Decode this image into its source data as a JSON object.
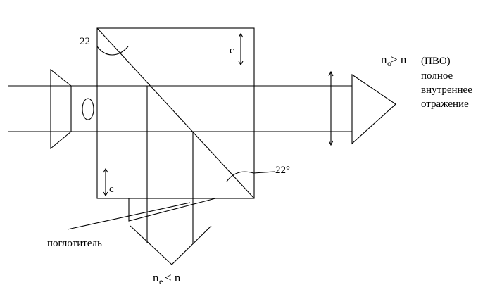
{
  "labels": {
    "angle_top": "22",
    "angle_bottom": "22°",
    "axis_top": "c",
    "axis_bottom": "c",
    "absorber": "поглотитель",
    "ordinary": {
      "n": "n",
      "sub": "o",
      "relation": " > n",
      "abbrev": "(ПВО)",
      "line1": "полное",
      "line2": "внутреннее",
      "line3": "отражение"
    },
    "extraordinary": {
      "n": "n",
      "sub": "e",
      "relation": "< n"
    }
  },
  "colors": {
    "ink": "#000000",
    "background": "#ffffff"
  }
}
